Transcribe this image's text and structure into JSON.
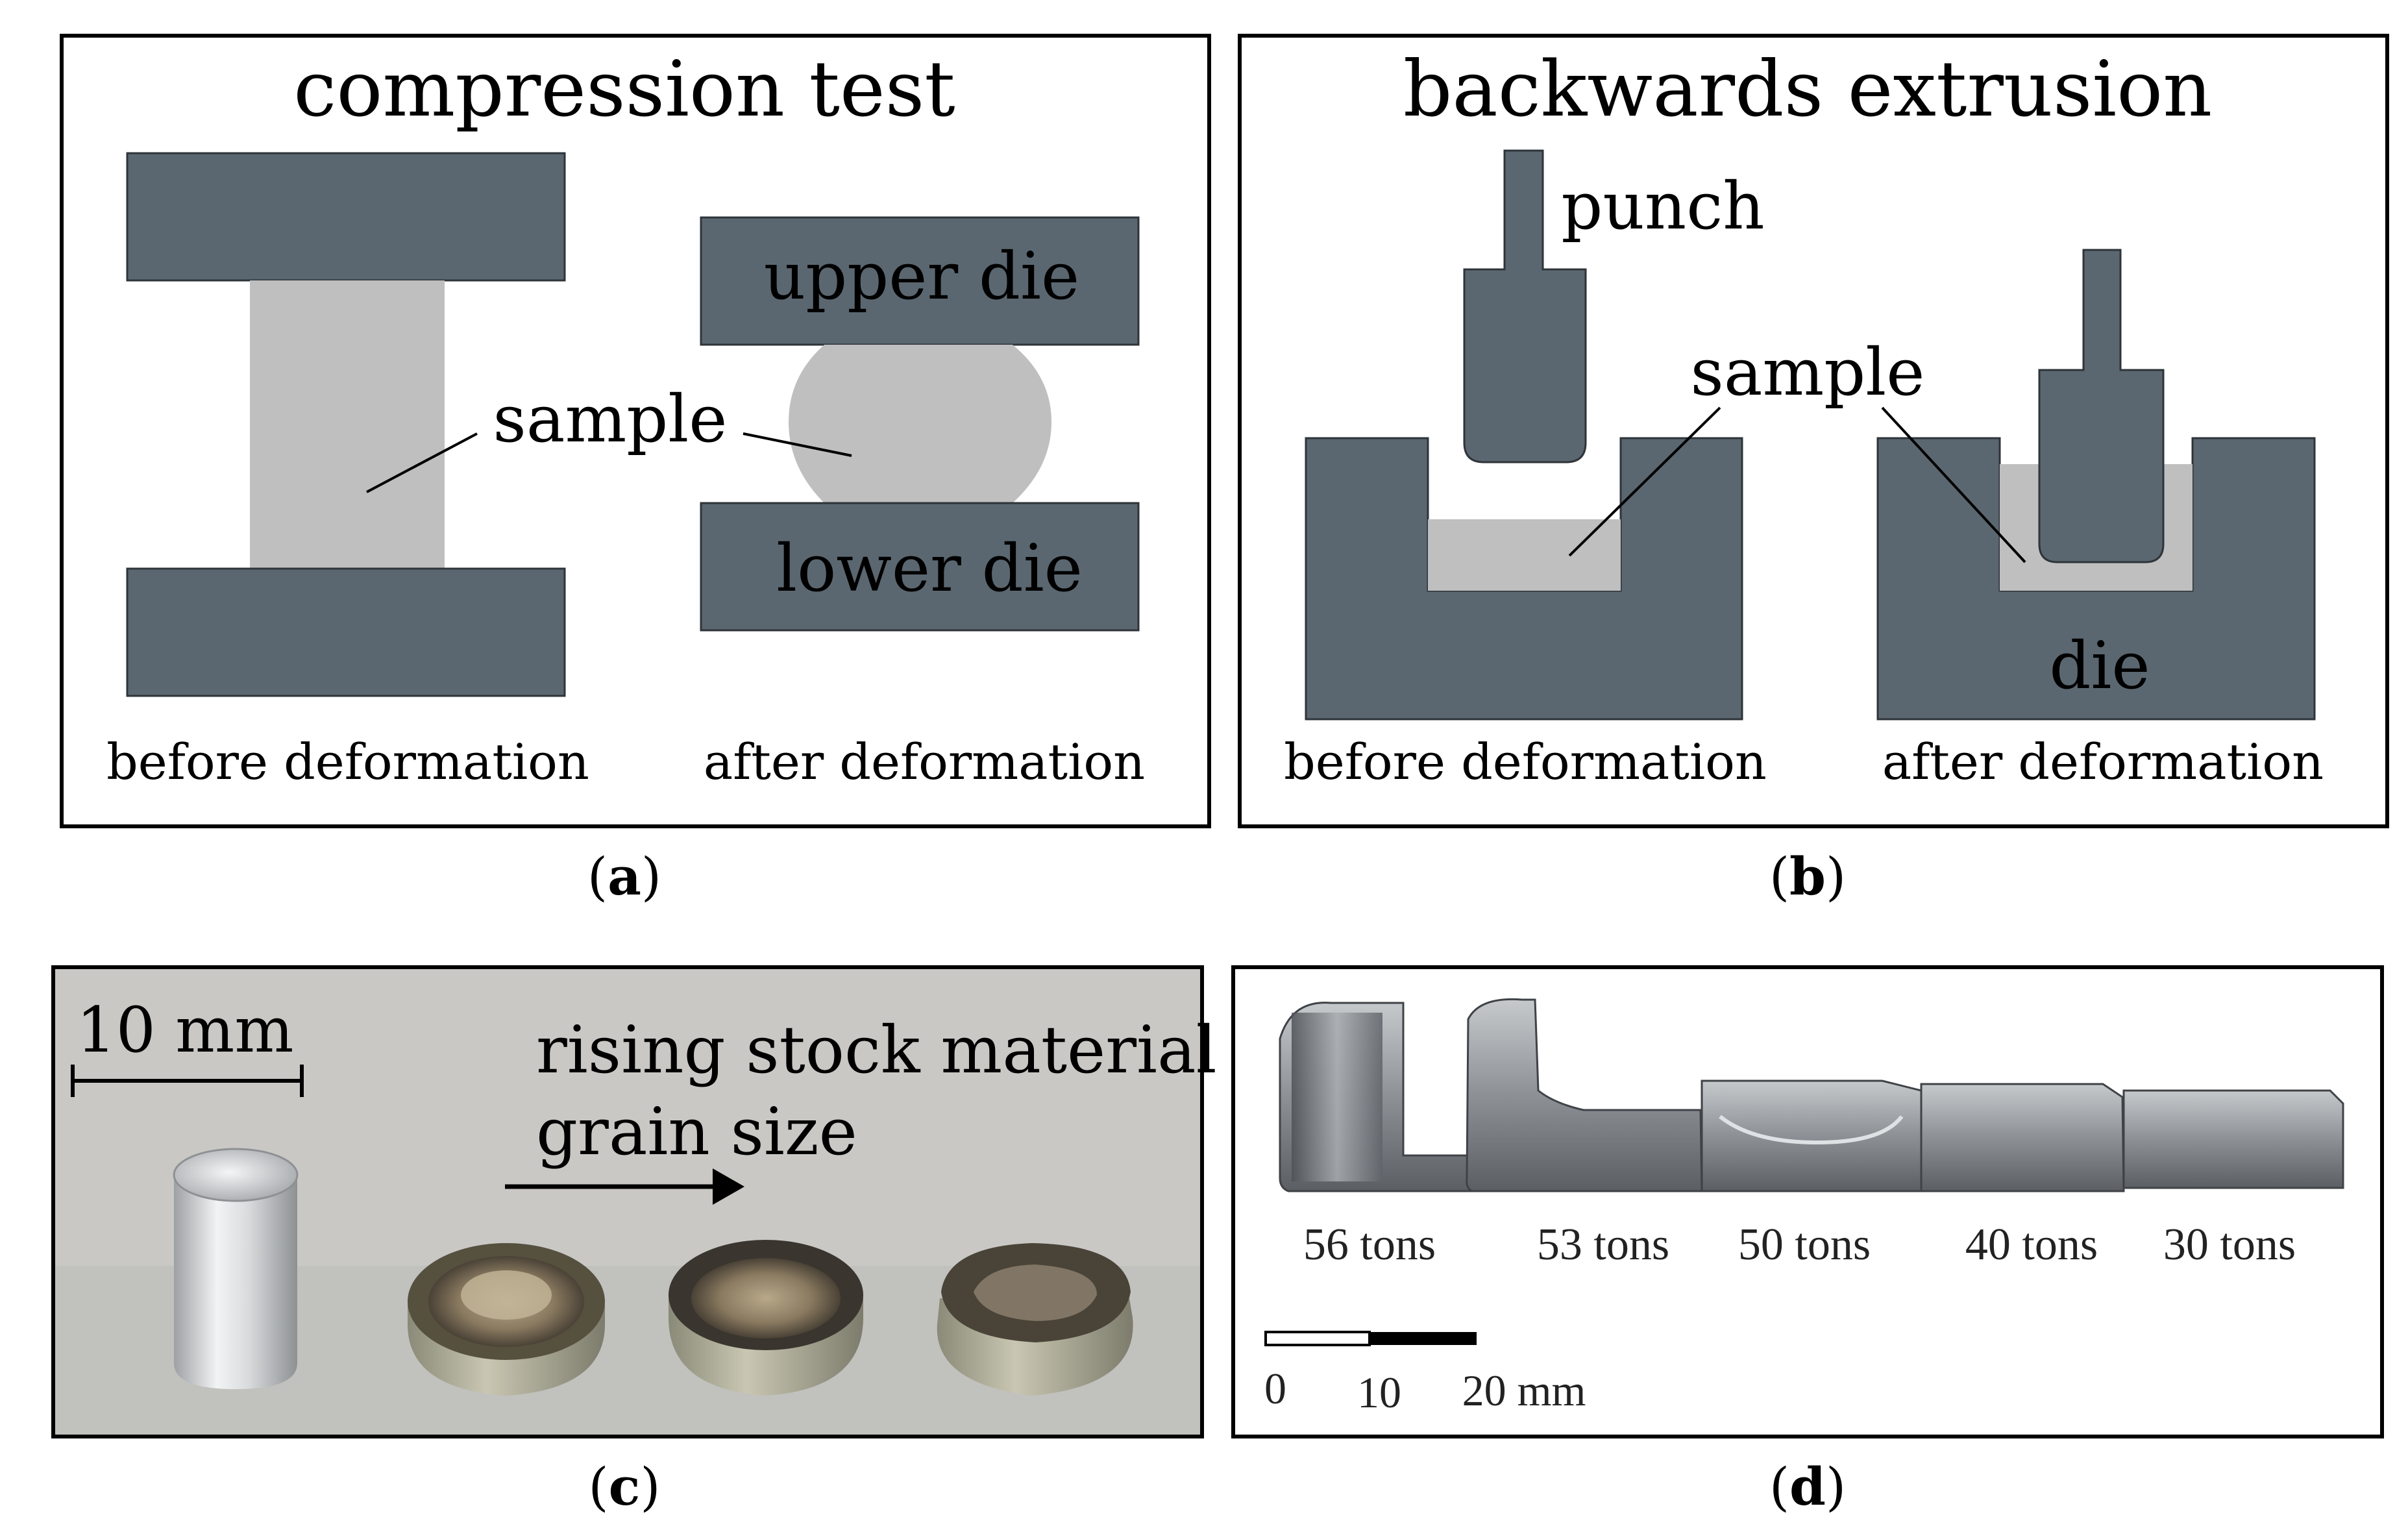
{
  "colors": {
    "die": "#5b6770",
    "sample": "#bfbfbf",
    "frame": "#000000",
    "photo_bg": "#c9c8c5"
  },
  "panel_a": {
    "title": "compression test",
    "sample_label": "sample",
    "upper_die_label": "upper die",
    "lower_die_label": "lower die",
    "before_label": "before deformation",
    "after_label": "after deformation",
    "caption_letter": "a"
  },
  "panel_b": {
    "title": "backwards extrusion",
    "punch_label": "punch",
    "sample_label": "sample",
    "die_label": "die",
    "before_label": "before deformation",
    "after_label": "after deformation",
    "caption_letter": "b"
  },
  "panel_c": {
    "scale_label": "10 mm",
    "arrow_label_line1": "rising stock material",
    "arrow_label_line2": "grain size",
    "caption_letter": "c"
  },
  "panel_d": {
    "tonnage_labels": [
      "56 tons",
      "53 tons",
      "50 tons",
      "40 tons",
      "30 tons"
    ],
    "scale_ticks": [
      "0",
      "10",
      "20 mm"
    ],
    "caption_letter": "d"
  }
}
